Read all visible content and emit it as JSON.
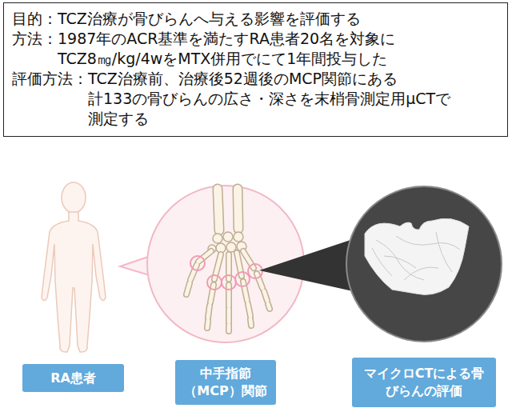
{
  "diagram": {
    "nodes": [
      {
        "text": [
          "目的：TCZ治療が骨びらんへ与える影響を評価する",
          "方法：1987年のACR基準を満たすRA患者20名を対象に TCZ8㎎/kg/4wをMTX併用でにて1年間投与した",
          "評価方法：TCZ治療前、治療後52週後のMCP関節にある 計133の骨びらんの広さ・深さを末梢骨測定用μCTで 測定する"
        ]
      },
      {
        "text": [
          "RA患者"
        ]
      },
      {
        "text": [
          "中手指節 （MCP）関節"
        ]
      },
      {
        "text": [
          "マイクロCTによる骨 びらんの評価"
        ]
      }
    ]
  }
}
